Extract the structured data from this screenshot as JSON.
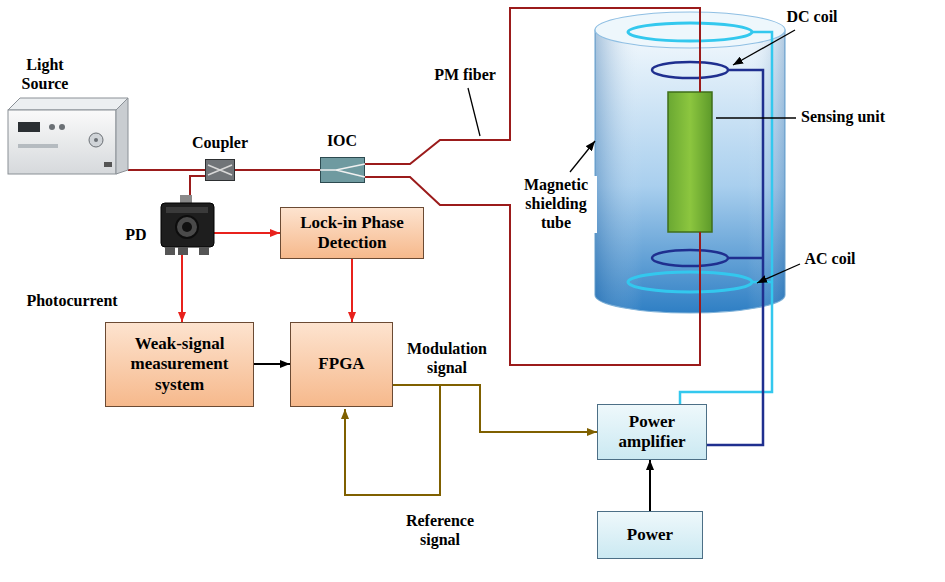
{
  "diagram": {
    "nodes": [
      {
        "text": [
          "Light Source"
        ]
      },
      {
        "text": [
          "Coupler"
        ]
      },
      {
        "text": [
          "IOC"
        ]
      },
      {
        "text": [
          "PD"
        ]
      },
      {
        "text": [
          "Lock-in Phase Detection"
        ]
      },
      {
        "text": [
          "Weak-signal measurement system"
        ]
      },
      {
        "text": [
          "FPGA"
        ]
      },
      {
        "text": [
          "Power amplifier"
        ]
      },
      {
        "text": [
          "Power"
        ]
      }
    ],
    "edges": [
      {
        "from": 0,
        "to": 1,
        "arrow": "none"
      },
      {
        "from": 1,
        "to": 2,
        "arrow": "none"
      },
      {
        "from": 1,
        "to": 3,
        "arrow": "none"
      },
      {
        "from": 3,
        "to": 4,
        "arrow": "to"
      },
      {
        "from": 3,
        "to": 5,
        "label": "Photocurrent",
        "arrow": "to"
      },
      {
        "from": 4,
        "to": 6,
        "arrow": "to"
      },
      {
        "from": 5,
        "to": 6,
        "arrow": "to"
      },
      {
        "from": 6,
        "to": 7,
        "label": "Modulation signal",
        "arrow": "to"
      },
      {
        "from": 8,
        "to": 7,
        "arrow": "to"
      }
    ],
    "labels": [
      "PM fiber",
      "DC coil",
      "Sensing unit",
      "Magnetic shielding tube",
      "AC coil",
      "Reference signal"
    ]
  }
}
